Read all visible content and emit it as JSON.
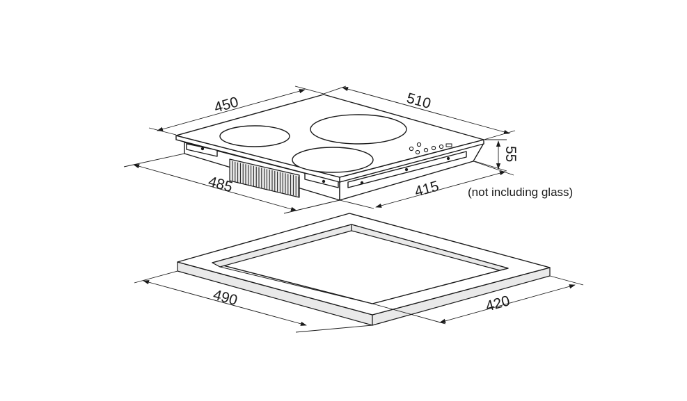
{
  "dimensions": {
    "hob_width": "450",
    "hob_depth": "510",
    "hob_height": "55",
    "body_width": "485",
    "body_depth": "415",
    "cutout_width": "490",
    "cutout_depth": "420"
  },
  "note": "(not including glass)",
  "colors": {
    "line": "#1a1a1a",
    "background": "#ffffff",
    "frame_side": "#e9e9e9"
  }
}
